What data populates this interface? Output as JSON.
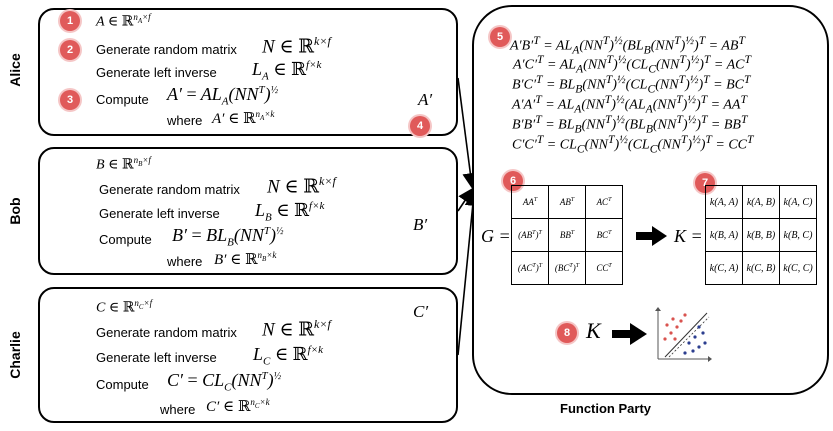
{
  "parties": {
    "alice": {
      "name": "Alice",
      "line1": "A ∈ ℝ^{n_A×f}",
      "gen_random": "Generate random matrix",
      "random_formula": "N ∈ ℝ^{k×f}",
      "gen_inverse": "Generate left inverse",
      "inverse_formula": "L_A ∈ ℝ^{f×k}",
      "compute": "Compute",
      "compute_formula": "A′ = AL_A(NN^T)^{1/2}",
      "where": "where",
      "where_formula": "A′ ∈ ℝ^{n_A×k}"
    },
    "bob": {
      "name": "Bob",
      "line1": "B ∈ ℝ^{n_B×f}",
      "gen_random": "Generate random matrix",
      "random_formula": "N ∈ ℝ^{k×f}",
      "gen_inverse": "Generate left inverse",
      "inverse_formula": "L_B ∈ ℝ^{f×k}",
      "compute": "Compute",
      "compute_formula": "B′ = BL_B(NN^T)^{1/2}",
      "where": "where",
      "where_formula": "B′ ∈ ℝ^{n_B×k}"
    },
    "charlie": {
      "name": "Charlie",
      "line1": "C ∈ ℝ^{n_C×f}",
      "gen_random": "Generate random matrix",
      "random_formula": "N ∈ ℝ^{k×f}",
      "gen_inverse": "Generate left inverse",
      "inverse_formula": "L_C ∈ ℝ^{f×k}",
      "compute": "Compute",
      "compute_formula": "C′ = CL_C(NN^T)^{1/2}",
      "where": "where",
      "where_formula": "C′ ∈ ℝ^{n_C×k}"
    }
  },
  "arrows": {
    "a_label": "A′",
    "b_label": "B′",
    "c_label": "C′"
  },
  "badges": [
    "1",
    "2",
    "3",
    "4",
    "5",
    "6",
    "7",
    "8"
  ],
  "equations": [
    "A′B′^T = AL_A(NN^T)^{1/2}(BL_B(NN^T)^{1/2})^T = AB^T",
    "A′C′^T = AL_A(NN^T)^{1/2}(CL_C(NN^T)^{1/2})^T = AC^T",
    "B′C′^T = BL_B(NN^T)^{1/2}(CL_C(NN^T)^{1/2})^T = BC^T",
    "A′A′^T = AL_A(NN^T)^{1/2}(AL_A(NN^T)^{1/2})^T = AA^T",
    "B′B′^T = BL_B(NN^T)^{1/2}(BL_B(NN^T)^{1/2})^T = BB^T",
    "C′C′^T = CL_C(NN^T)^{1/2}(CL_C(NN^T)^{1/2})^T = CC^T"
  ],
  "gram": {
    "label": "G =",
    "cells": [
      [
        "AA^T",
        "AB^T",
        "AC^T"
      ],
      [
        "(AB^T)^T",
        "BB^T",
        "BC^T"
      ],
      [
        "(AC^T)^T",
        "(BC^T)^T",
        "CC^T"
      ]
    ]
  },
  "kernel": {
    "label": "K =",
    "cells": [
      [
        "k(A, A)",
        "k(A, B)",
        "k(A, C)"
      ],
      [
        "k(B, A)",
        "k(B, B)",
        "k(B, C)"
      ],
      [
        "k(C, A)",
        "k(C, B)",
        "k(C, C)"
      ]
    ]
  },
  "final_k": "K",
  "function_party": "Function Party",
  "colors": {
    "badge": "#e05a5a",
    "points_red": "#d9534f",
    "points_blue": "#2c3e8f"
  }
}
